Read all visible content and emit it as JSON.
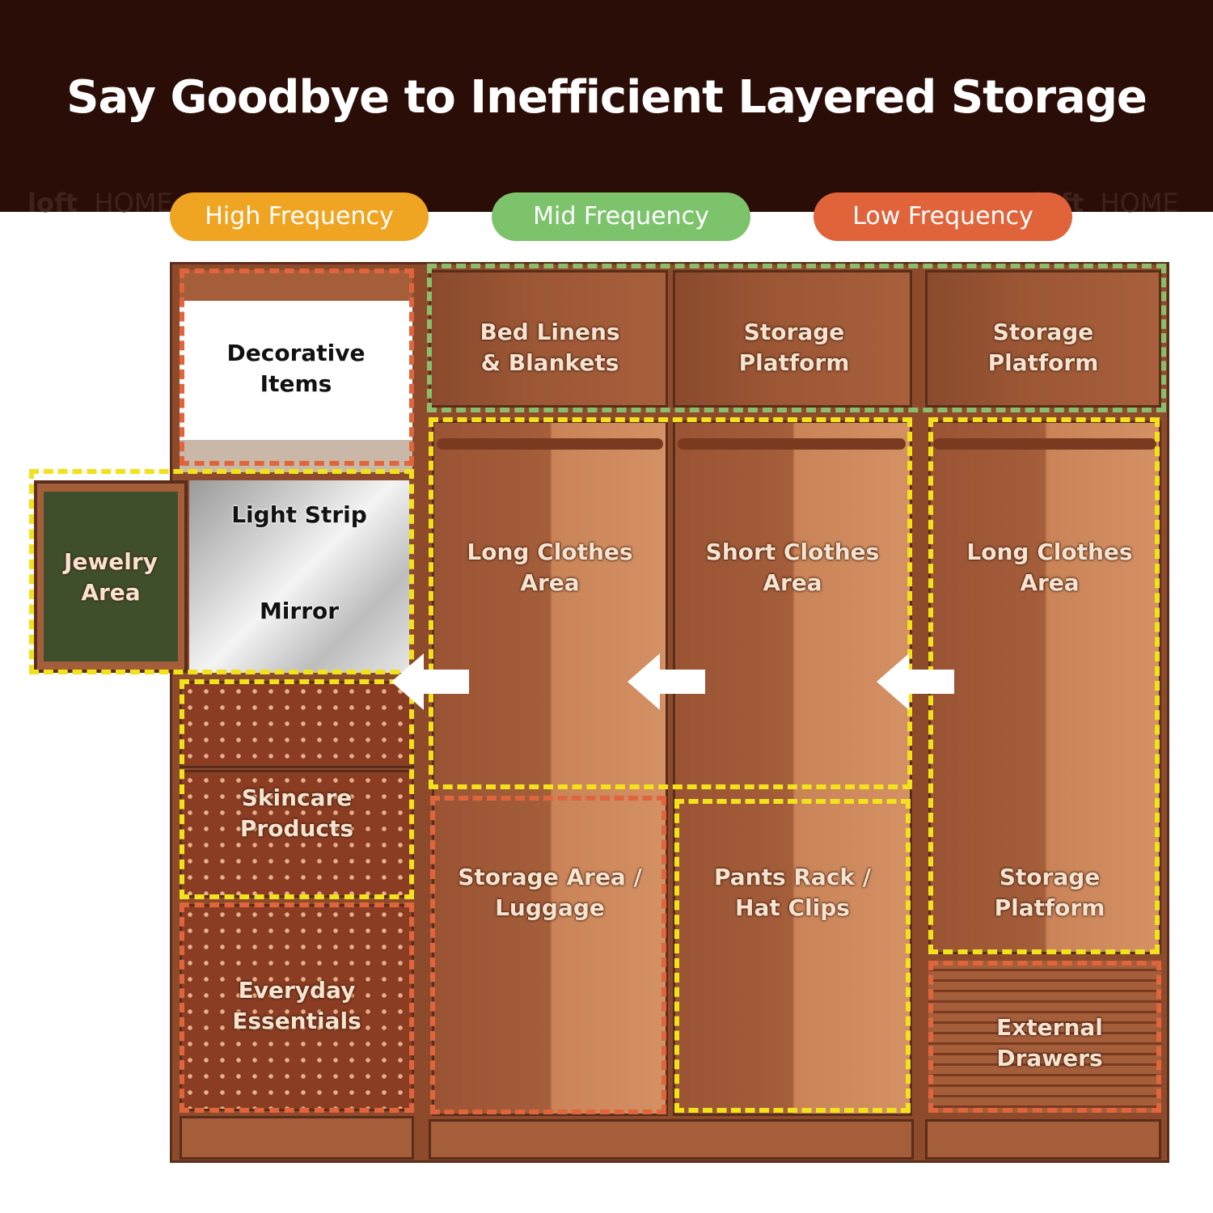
{
  "title": "Say Goodbye to Inefficient Layered Storage",
  "watermark": {
    "brand_bold": "loft",
    "brand_light": "HOME"
  },
  "legend": [
    {
      "label": "High Frequency",
      "color": "#f0a522"
    },
    {
      "label": "Mid Frequency",
      "color": "#7dc36b"
    },
    {
      "label": "Low Frequency",
      "color": "#e0633a"
    }
  ],
  "zones": {
    "decorative_items": "Decorative\nItems",
    "light_strip": "Light Strip",
    "mirror": "Mirror",
    "jewelry_area": "Jewelry\nArea",
    "skincare_products": "Skincare\nProducts",
    "everyday_essentials": "Everyday\nEssentials",
    "bed_linens": "Bed Linens\n& Blankets",
    "storage_platform_top_mid": "Storage\nPlatform",
    "storage_platform_top_right": "Storage\nPlatform",
    "long_clothes_left": "Long Clothes\nArea",
    "short_clothes": "Short Clothes\nArea",
    "long_clothes_right": "Long Clothes\nArea",
    "storage_luggage": "Storage Area /\nLuggage",
    "pants_rack": "Pants Rack /\nHat Clips",
    "storage_platform_bottom_right": "Storage\nPlatform",
    "external_drawers": "External\nDrawers"
  },
  "colors": {
    "header_bg": "#2a0d07",
    "high": "#f2e21c",
    "mid": "#8cbd6a",
    "low": "#e0653c"
  }
}
